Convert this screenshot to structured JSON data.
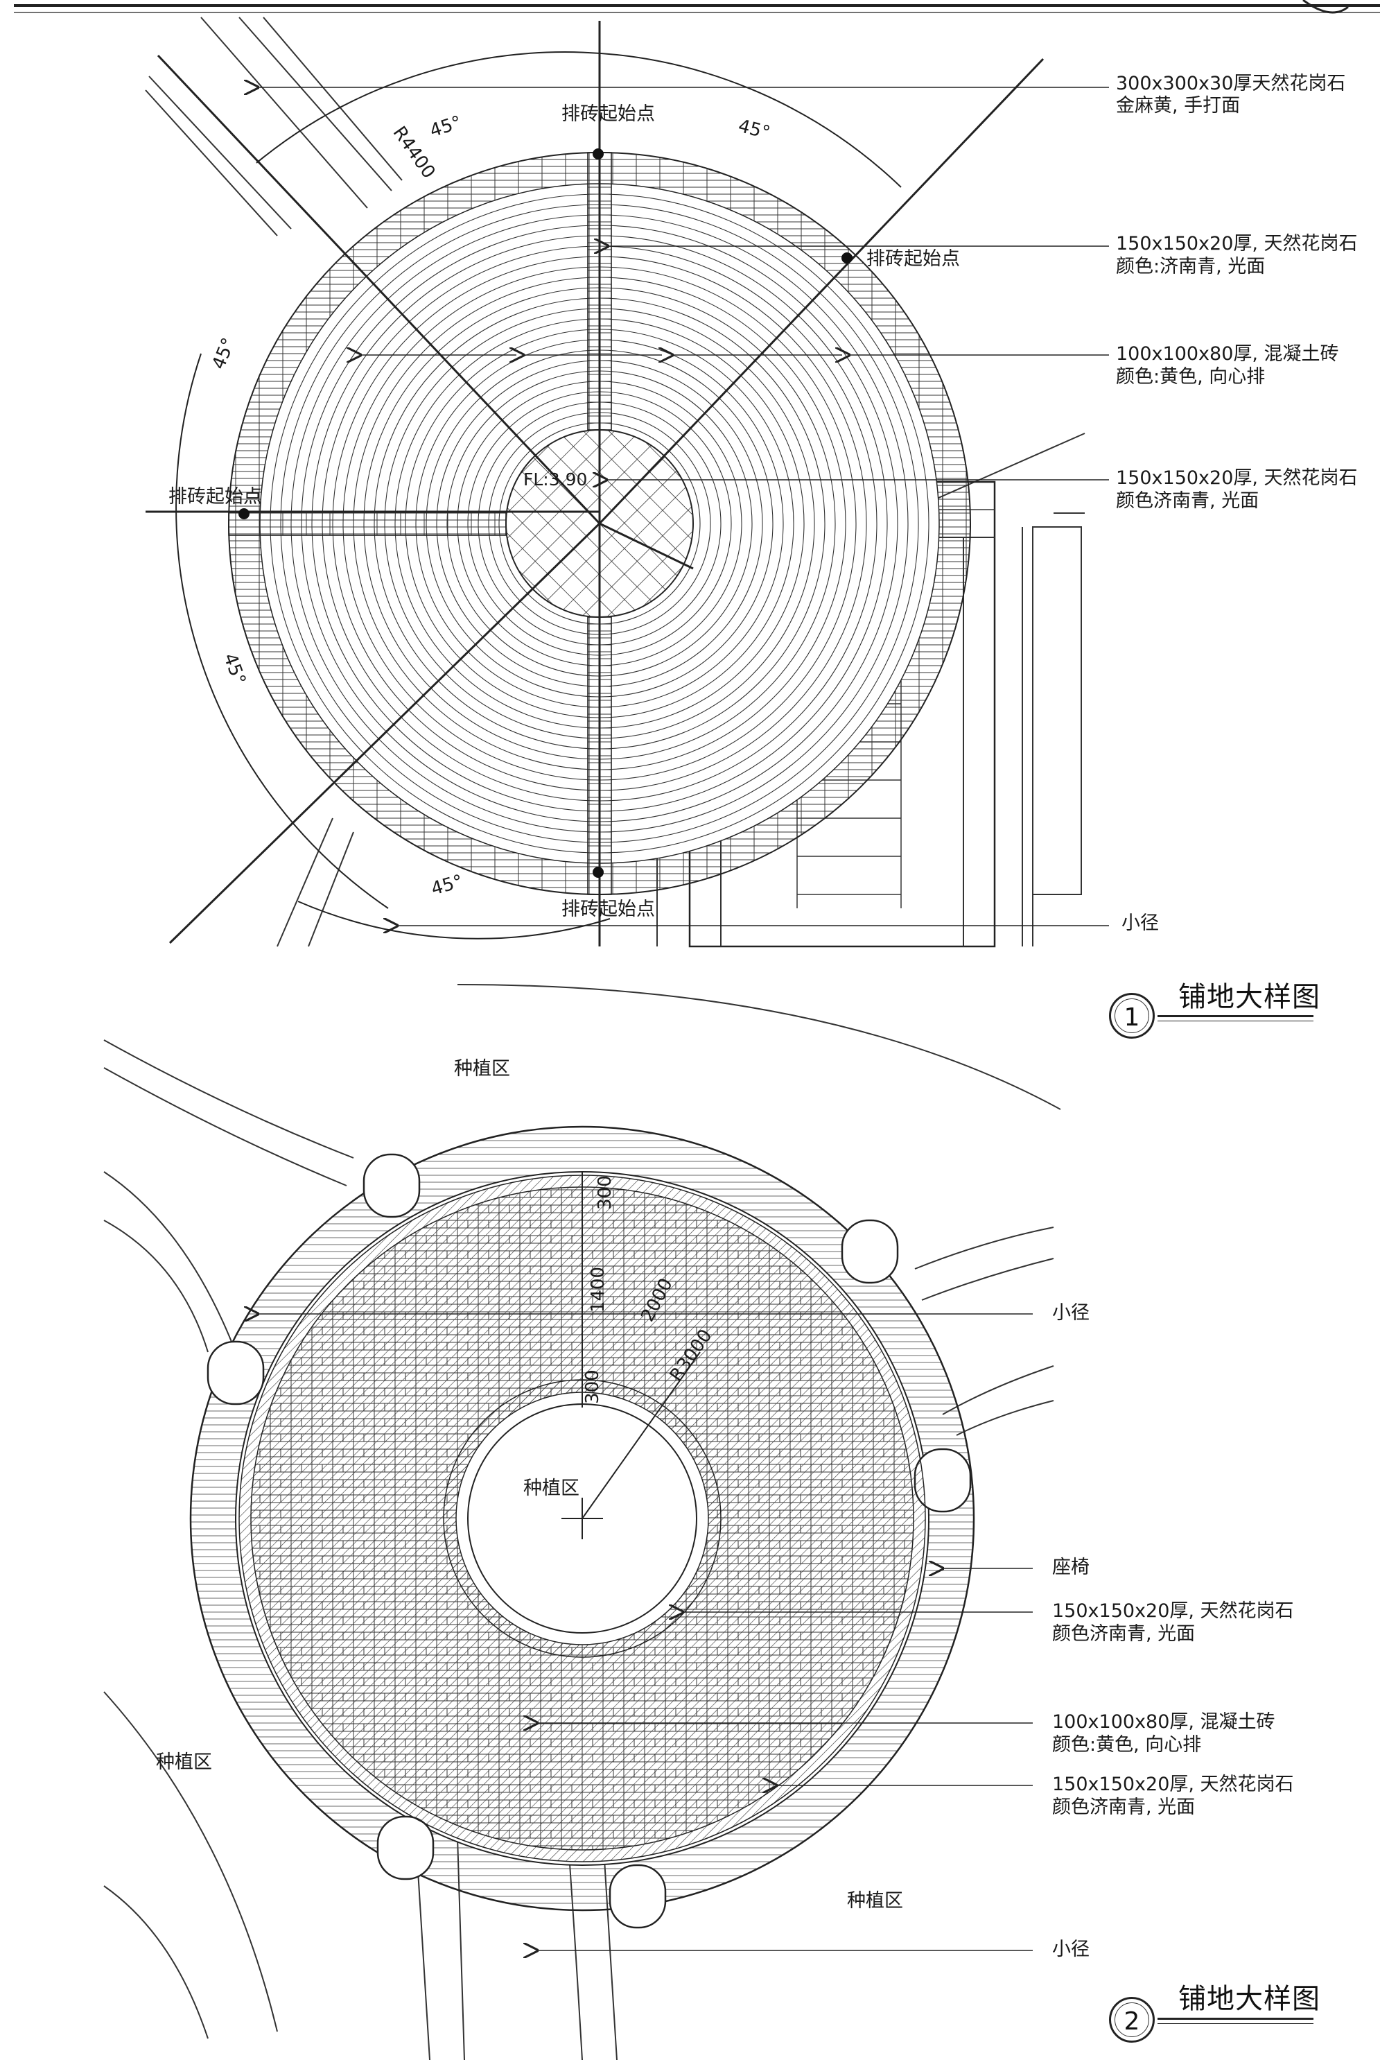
{
  "detail1": {
    "title": "铺地大样图",
    "number": "1",
    "start_point_label": "排砖起始点",
    "angle_label": "45°",
    "radius_label": "R4400",
    "elevation_label": "FL:3.90",
    "callouts": [
      {
        "line1": "300x300x30厚天然花岗石",
        "line2": "金麻黄, 手打面"
      },
      {
        "line1": "150x150x20厚, 天然花岗石",
        "line2": "颜色:济南青, 光面"
      },
      {
        "line1": "100x100x80厚, 混凝土砖",
        "line2": "颜色:黄色, 向心排"
      },
      {
        "line1": "150x150x20厚, 天然花岗石",
        "line2": "颜色济南青, 光面"
      },
      {
        "line1": "小径",
        "line2": ""
      }
    ]
  },
  "detail2": {
    "title": "铺地大样图",
    "number": "2",
    "planting_label": "种植区",
    "path_label": "小径",
    "dim_labels": [
      "300",
      "1400",
      "2000",
      "R3000",
      "300"
    ],
    "callouts": [
      {
        "line1": "座椅",
        "line2": ""
      },
      {
        "line1": "150x150x20厚, 天然花岗石",
        "line2": "颜色济南青, 光面"
      },
      {
        "line1": "100x100x80厚, 混凝土砖",
        "line2": "颜色:黄色, 向心排"
      },
      {
        "line1": "150x150x20厚, 天然花岗石",
        "line2": "颜色济南青, 光面"
      }
    ]
  },
  "colors": {
    "ink": "#1a1a1a",
    "paper": "#ffffff",
    "faint": "#c8c8c8"
  }
}
